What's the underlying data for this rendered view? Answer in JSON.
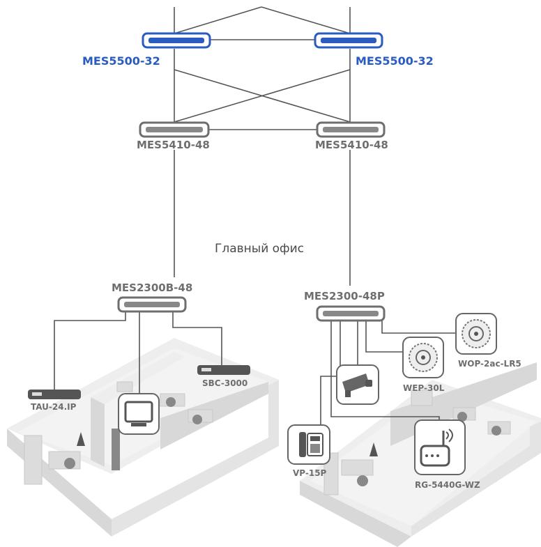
{
  "core_switches": [
    {
      "label": "MES5500-32"
    },
    {
      "label": "MES5500-32"
    }
  ],
  "aggregation_switches": [
    {
      "label": "MES5410-48"
    },
    {
      "label": "MES5410-48"
    }
  ],
  "office_title": "Главный офис",
  "access_switches": [
    {
      "label": "MES2300B-48"
    },
    {
      "label": "MES2300-48P"
    }
  ],
  "devices": {
    "tau": {
      "label": "TAU-24.IP",
      "icon": "gateway-icon"
    },
    "sbc": {
      "label": "SBC-3000",
      "icon": "session-border-controller-icon"
    },
    "pc": {
      "icon": "computer-monitor-icon"
    },
    "camera": {
      "icon": "ip-camera-icon"
    },
    "wep": {
      "label": "WEP-30L",
      "icon": "wifi-access-point-icon"
    },
    "wop": {
      "label": "WOP-2ac-LR5",
      "icon": "outdoor-access-point-icon"
    },
    "phone": {
      "label": "VP-15P",
      "icon": "ip-phone-icon"
    },
    "router": {
      "label": "RG-5440G-WZ",
      "icon": "wifi-router-icon"
    }
  },
  "colors": {
    "core": "#2a5bc0",
    "device": "#6e6e6e",
    "line": "#555555"
  }
}
